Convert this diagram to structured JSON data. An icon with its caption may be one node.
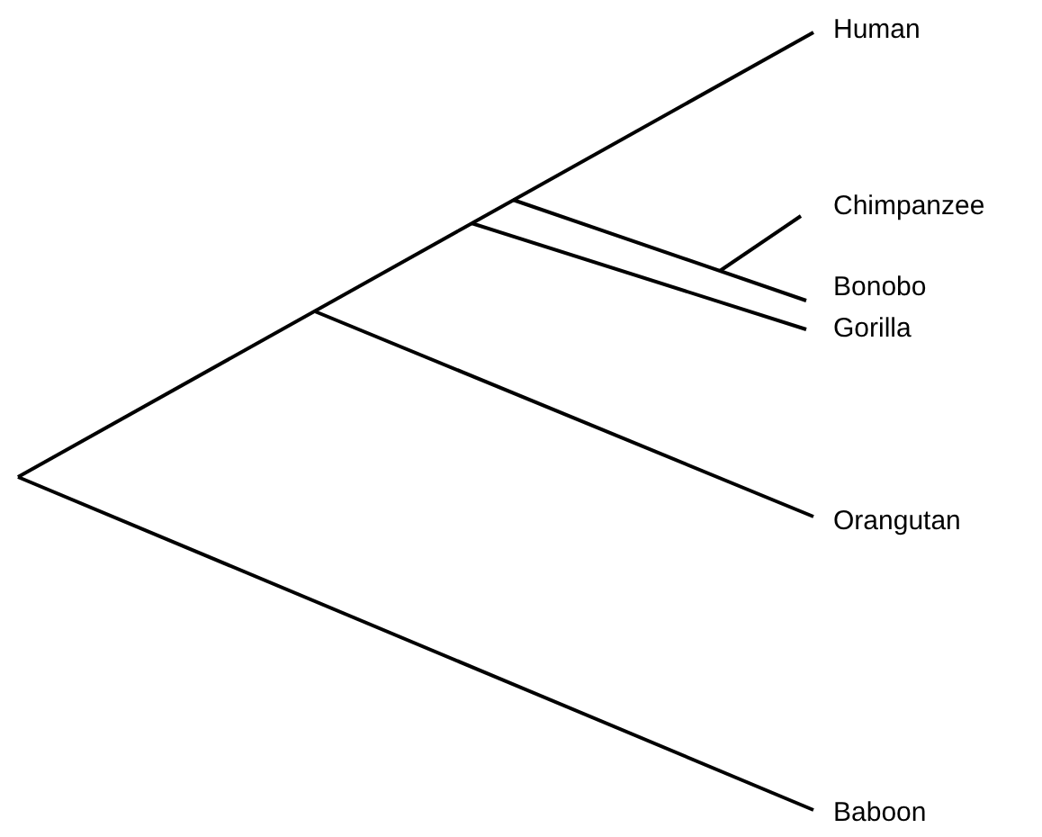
{
  "diagram": {
    "labels": [
      "Human",
      "Chimpanzee",
      "Bonobo",
      "Gorilla",
      "Orangutan",
      "Baboon"
    ]
  }
}
